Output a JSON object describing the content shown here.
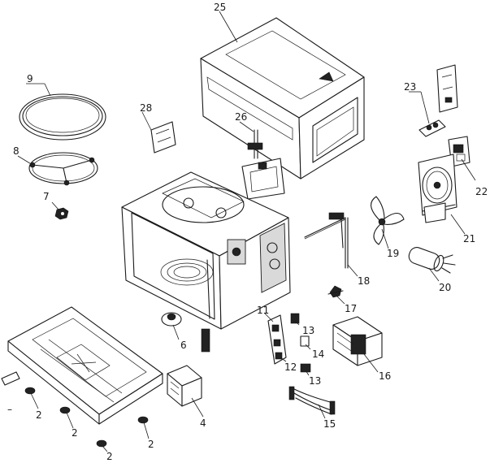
{
  "labels": {
    "n25": "25",
    "n9": "9",
    "n28": "28",
    "n26": "26",
    "n23": "23",
    "n8": "8",
    "n22": "22",
    "n7": "7",
    "n21": "21",
    "n19": "19",
    "n18": "18",
    "n20": "20",
    "n17": "17",
    "n11": "11",
    "n13a": "13",
    "n14": "14",
    "n6": "6",
    "n12": "12",
    "n13b": "13",
    "n16": "16",
    "n15": "15",
    "n4": "4",
    "n2a": "2",
    "n2b": "2",
    "n2c": "2",
    "n2d": "2",
    "n_dash": "–"
  }
}
